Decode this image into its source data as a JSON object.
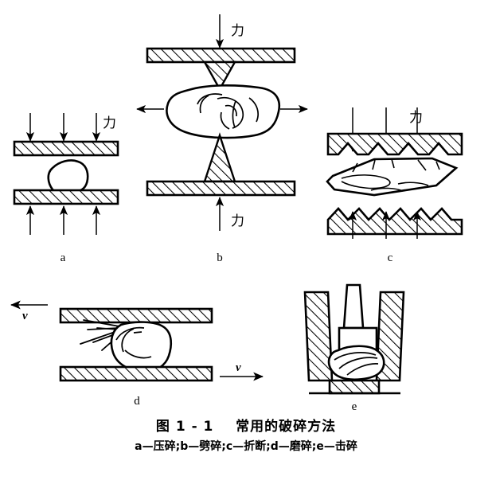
{
  "figure": {
    "title": "图 1 - 1    常用的破碎方法",
    "subtitle": "a—压碎;b—劈碎;c—折断;d—磨碎;e—击碎",
    "panels": [
      {
        "id": "a",
        "letter": "a",
        "method_name": "压碎",
        "method_en": "compression crushing",
        "force_label": "力",
        "arrow_count_top": 3,
        "arrow_count_bottom": 3
      },
      {
        "id": "b",
        "letter": "b",
        "method_name": "劈碎",
        "method_en": "splitting",
        "force_label_top": "力",
        "force_label_bottom": "力",
        "lateral_arrows": 2
      },
      {
        "id": "c",
        "letter": "c",
        "method_name": "折断",
        "method_en": "bending / breaking",
        "force_label": "力",
        "arrow_count_top": 3,
        "arrow_count_bottom": 3
      },
      {
        "id": "d",
        "letter": "d",
        "method_name": "磨碎",
        "method_en": "grinding",
        "velocity_label_left": "v",
        "velocity_label_right": "v"
      },
      {
        "id": "e",
        "letter": "e",
        "method_name": "击碎",
        "method_en": "impact crushing"
      }
    ]
  },
  "colors": {
    "stroke": "#000000",
    "fill": "#ffffff",
    "background": "#ffffff"
  }
}
